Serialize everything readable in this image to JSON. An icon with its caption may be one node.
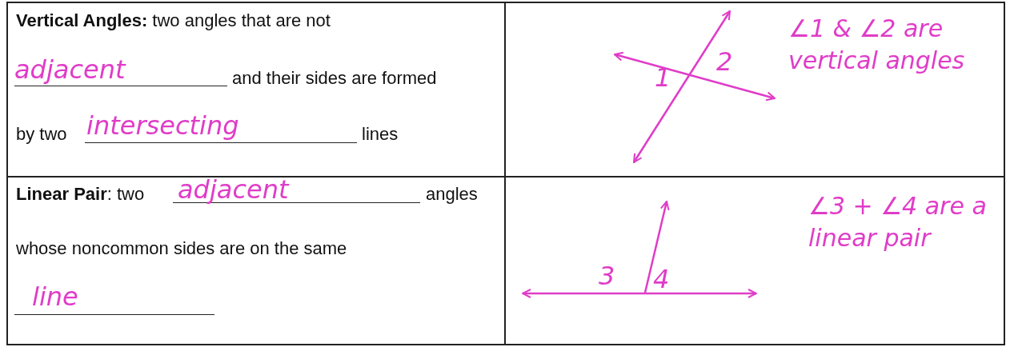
{
  "diagram": {
    "labels": [
      "**Vertical Angles:** two angles that are not",
      "adjacent",
      "and their sides are formed",
      "by two",
      "intersecting",
      "lines",
      "1",
      "2",
      "∠1 & ∠2 are vertical angles",
      "**Linear Pair**: two",
      "adjacent",
      "angles",
      "whose noncommon sides are on the same",
      "line",
      "3",
      "4",
      "∠3 + ∠4 are a linear pair"
    ]
  }
}
